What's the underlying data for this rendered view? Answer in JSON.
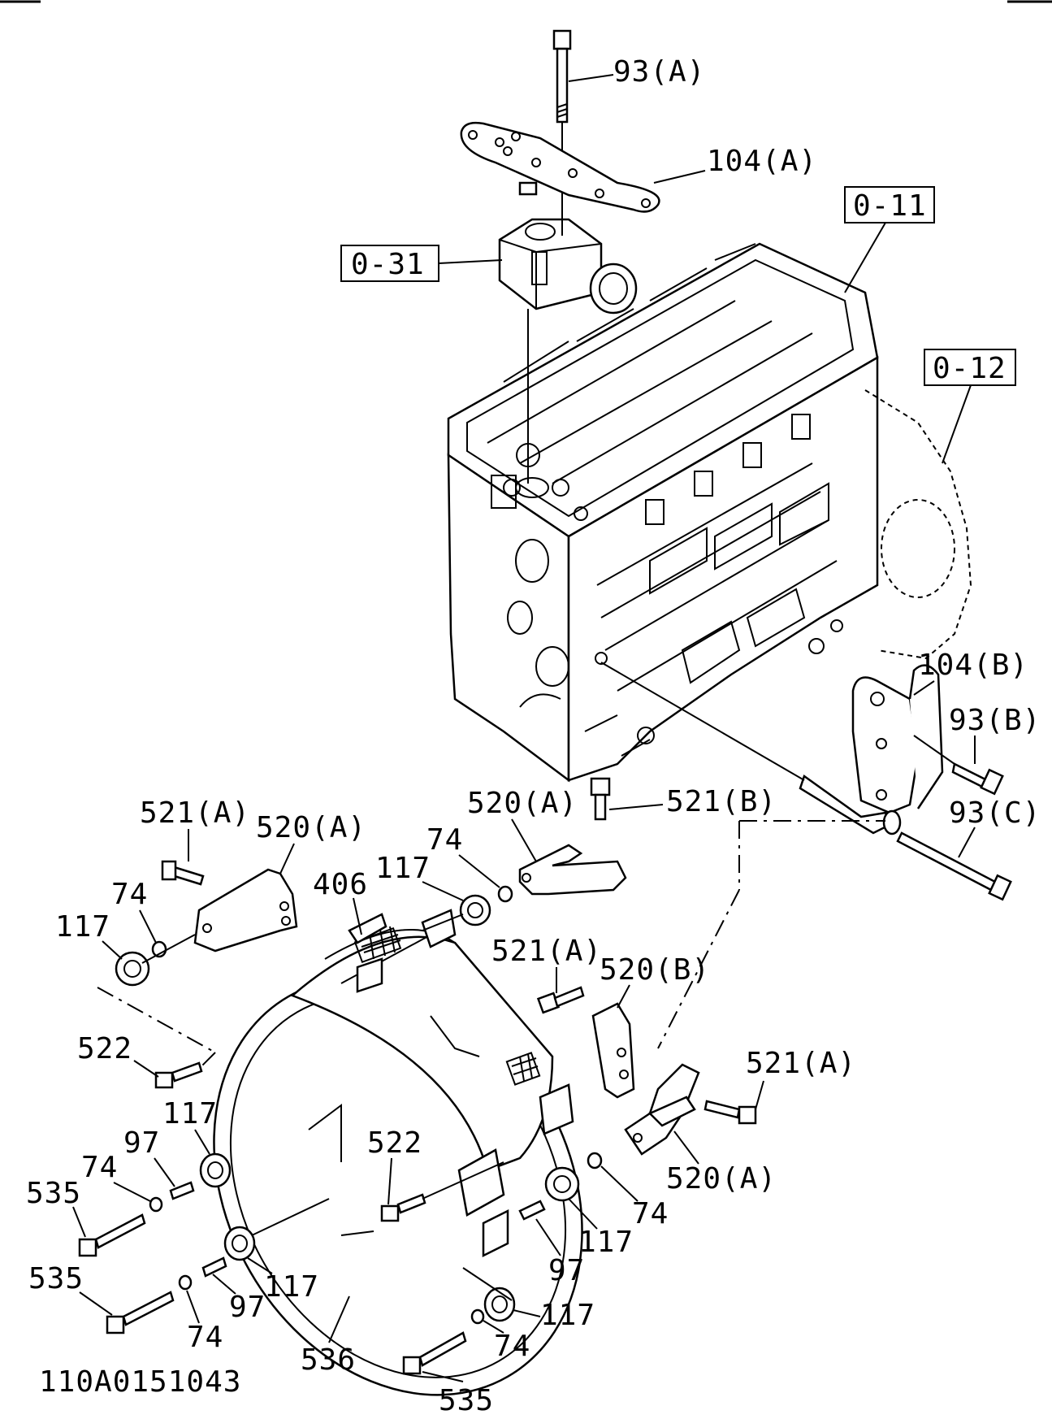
{
  "diagram": {
    "drawing_number": "110A0151043",
    "reference_boxes": {
      "ref_0_11": "0-11",
      "ref_0_12": "0-12",
      "ref_0_31": "0-31"
    },
    "callouts": {
      "c93a": "93(A)",
      "c104a": "104(A)",
      "c104b": "104(B)",
      "c93b": "93(B)",
      "c93c": "93(C)",
      "c521b": "521(B)",
      "c520a_top": "520(A)",
      "c74_top": "74",
      "c117_top": "117",
      "c406": "406",
      "c521a_left": "521(A)",
      "c520a_left": "520(A)",
      "c74_left": "74",
      "c117_left": "117",
      "c522_left": "522",
      "c521a_mid": "521(A)",
      "c520b": "520(B)",
      "c521a_right": "521(A)",
      "c520a_right": "520(A)",
      "c117_lower_left": "117",
      "c97_lower_left": "97",
      "c74_lower_left": "74",
      "c535_upper": "535",
      "c522_center": "522",
      "c74_right": "74",
      "c117_right": "117",
      "c97_right": "97",
      "c535_lower_left": "535",
      "c74_bottom_left": "74",
      "c97_bottom_left": "97",
      "c117_bottom_mid": "117",
      "c536": "536",
      "c117_bottom_right": "117",
      "c74_bottom_right": "74",
      "c535_bottom": "535"
    }
  }
}
